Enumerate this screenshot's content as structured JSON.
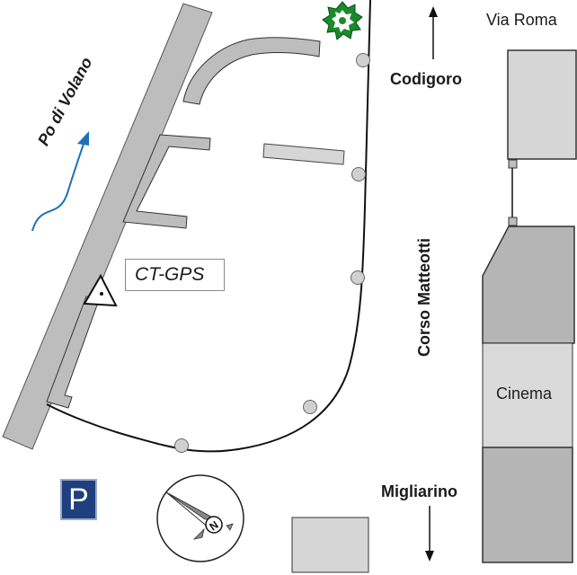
{
  "labels": {
    "via_roma": "Via Roma",
    "codigoro": "Codigoro",
    "migliarino": "Migliarino",
    "corso_matteotti": "Corso Matteotti",
    "po_di_volano": "Po di Volano",
    "cinema": "Cinema",
    "ct_gps": "CT-GPS",
    "parking": "P"
  },
  "icons": {
    "tree": "tree-icon",
    "compass": "compass-icon",
    "parking": "parking-icon",
    "flow_arrow": "river-flow-arrow-icon",
    "north_arrow": "direction-arrow-north-icon",
    "south_arrow": "direction-arrow-south-icon",
    "gps_marker": "gps-station-marker-icon"
  },
  "colors": {
    "river_bank": "#bdbdbd",
    "building_dark": "#b5b5b5",
    "building_light": "#d6d6d6",
    "flow_arrow": "#1f6fb8",
    "tree": "#1a8a2a",
    "parking_bg": "#1f3f7f",
    "outline": "#222222"
  }
}
